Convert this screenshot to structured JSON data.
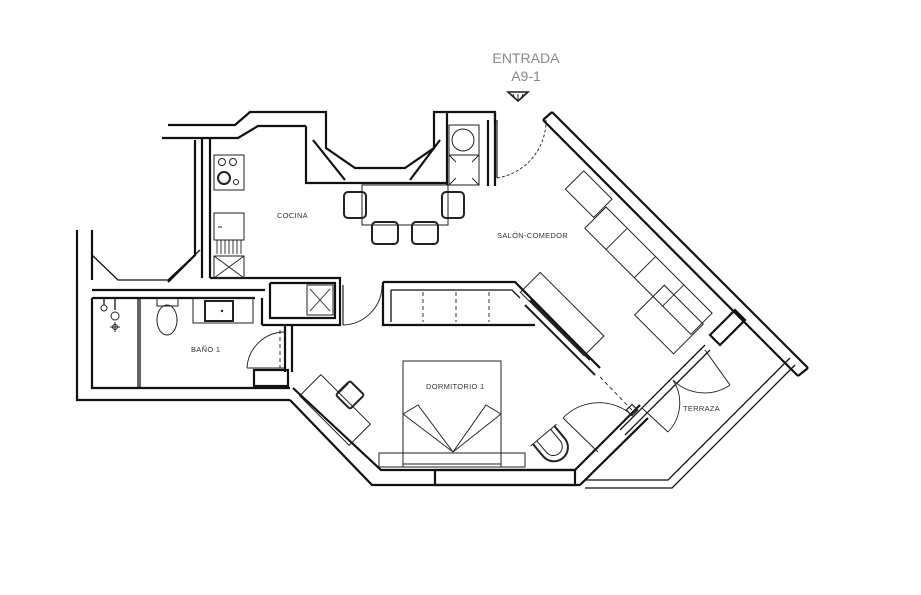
{
  "entrance": {
    "title": "ENTRADA",
    "unit": "A9-1",
    "marker_icon": "entrance-arrow-icon"
  },
  "rooms": [
    {
      "id": "cocina",
      "label": "COCINA"
    },
    {
      "id": "salon",
      "label": "SALÓN-COMEDOR"
    },
    {
      "id": "bano",
      "label": "BAÑO 1"
    },
    {
      "id": "dormitorio",
      "label": "DORMITORIO 1"
    },
    {
      "id": "terraza",
      "label": "TERRAZA"
    }
  ],
  "colors": {
    "walls": "#111111",
    "furniture": "#222222",
    "entrance_text": "#8a8a8a",
    "background": "#ffffff"
  }
}
